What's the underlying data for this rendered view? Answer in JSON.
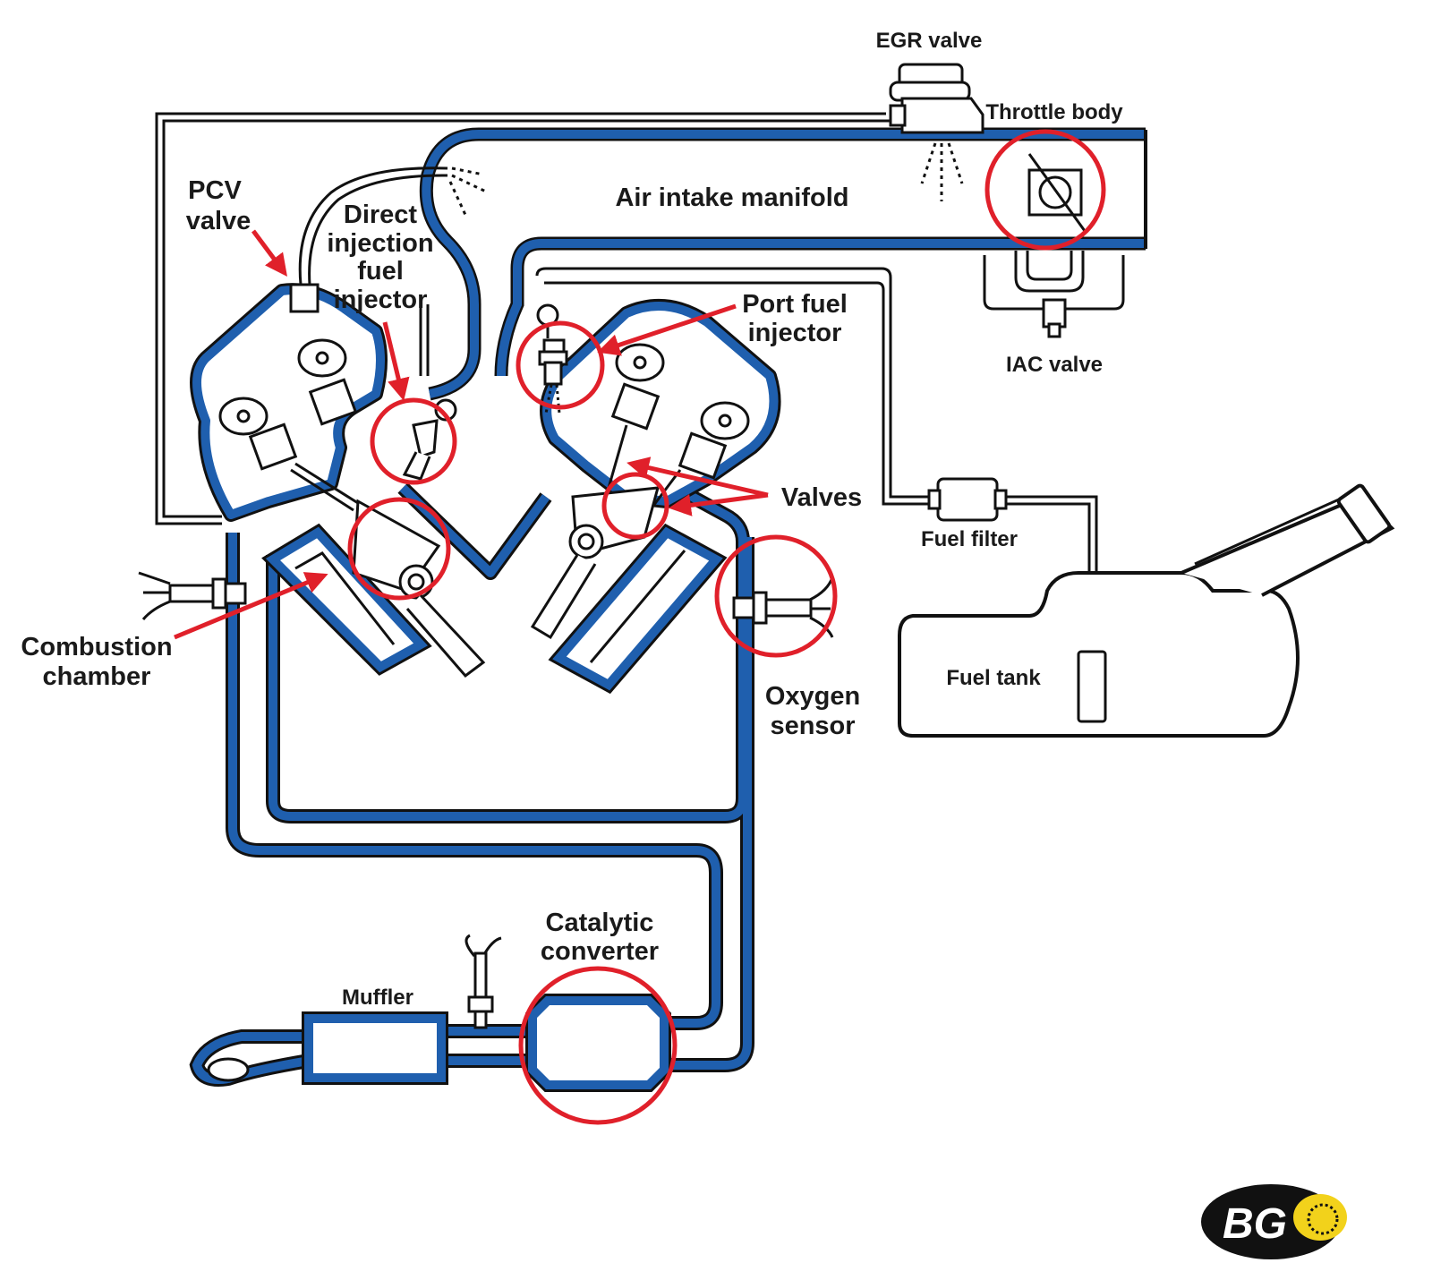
{
  "colors": {
    "pipe_blue": "#1f5fae",
    "outline": "#111111",
    "highlight_red": "#e0202a",
    "logo_yellow": "#f2d21b"
  },
  "labels": {
    "egr_valve": "EGR valve",
    "throttle_body": "Throttle body",
    "air_intake_manifold": "Air intake manifold",
    "pcv_line1": "PCV",
    "pcv_line2": "valve",
    "direct_line1": "Direct",
    "direct_line2": "injection",
    "direct_line3": "fuel",
    "direct_line4": "injector",
    "port_line1": "Port fuel",
    "port_line2": "injector",
    "iac_valve": "IAC valve",
    "valves": "Valves",
    "fuel_filter": "Fuel filter",
    "combustion_line1": "Combustion",
    "combustion_line2": "chamber",
    "oxygen_line1": "Oxygen",
    "oxygen_line2": "sensor",
    "fuel_tank": "Fuel tank",
    "catalytic_line1": "Catalytic",
    "catalytic_line2": "converter",
    "muffler": "Muffler"
  },
  "logo": {
    "text": "BG"
  },
  "icons": {
    "highlight": "red-circle-icon",
    "pointer": "red-arrow-icon",
    "logo": "bg-logo-icon"
  }
}
